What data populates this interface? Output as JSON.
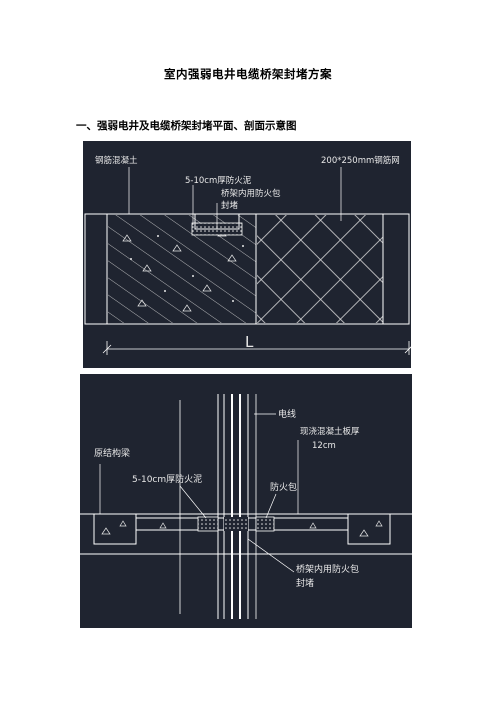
{
  "document": {
    "title": "室内强弱电井电缆桥架封堵方案",
    "section_heading": "一、强弱电井及电缆桥架封堵平面、剖面示意图"
  },
  "plan_drawing": {
    "label_concrete": "钢筋混凝土",
    "label_mesh": "200*250mm钢筋网",
    "label_mortar": "5-10cm厚防火泥",
    "label_bag_line1": "桥架内用防火包",
    "label_bag_line2": "封堵",
    "dimension_label": "L"
  },
  "section_drawing": {
    "label_cable": "电线",
    "label_slab_line1": "现浇混凝土板厚",
    "label_slab_line2": "12cm",
    "label_beam": "原结构梁",
    "label_mortar": "5-10cm厚防火泥",
    "label_bag": "防火包",
    "label_tray_line1": "桥架内用防火包",
    "label_tray_line2": "封堵"
  },
  "colors": {
    "cad_background": "#1f2430",
    "cad_lines": "#ffffff"
  }
}
